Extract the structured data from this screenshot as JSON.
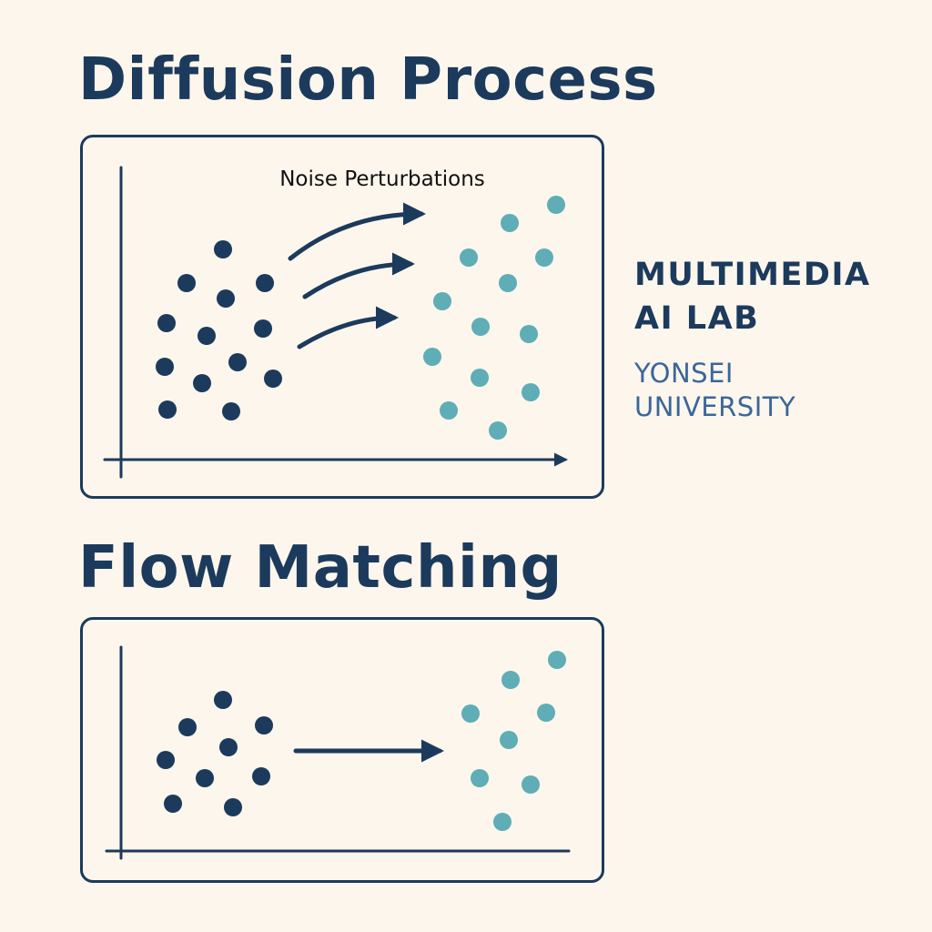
{
  "diffusion": {
    "title": "Diffusion Process",
    "arrow_label": "Noise Perturbations"
  },
  "flow": {
    "title": "Flow Matching"
  },
  "lab": {
    "name_line1": "MULTIMEDIA",
    "name_line2": "AI LAB",
    "university_line1": "YONSEI",
    "university_line2": "UNIVERSITY"
  },
  "colors": {
    "background": "#fcf6ec",
    "navy": "#1c3a5c",
    "teal": "#5fadb6",
    "university_blue": "#3a679a"
  }
}
